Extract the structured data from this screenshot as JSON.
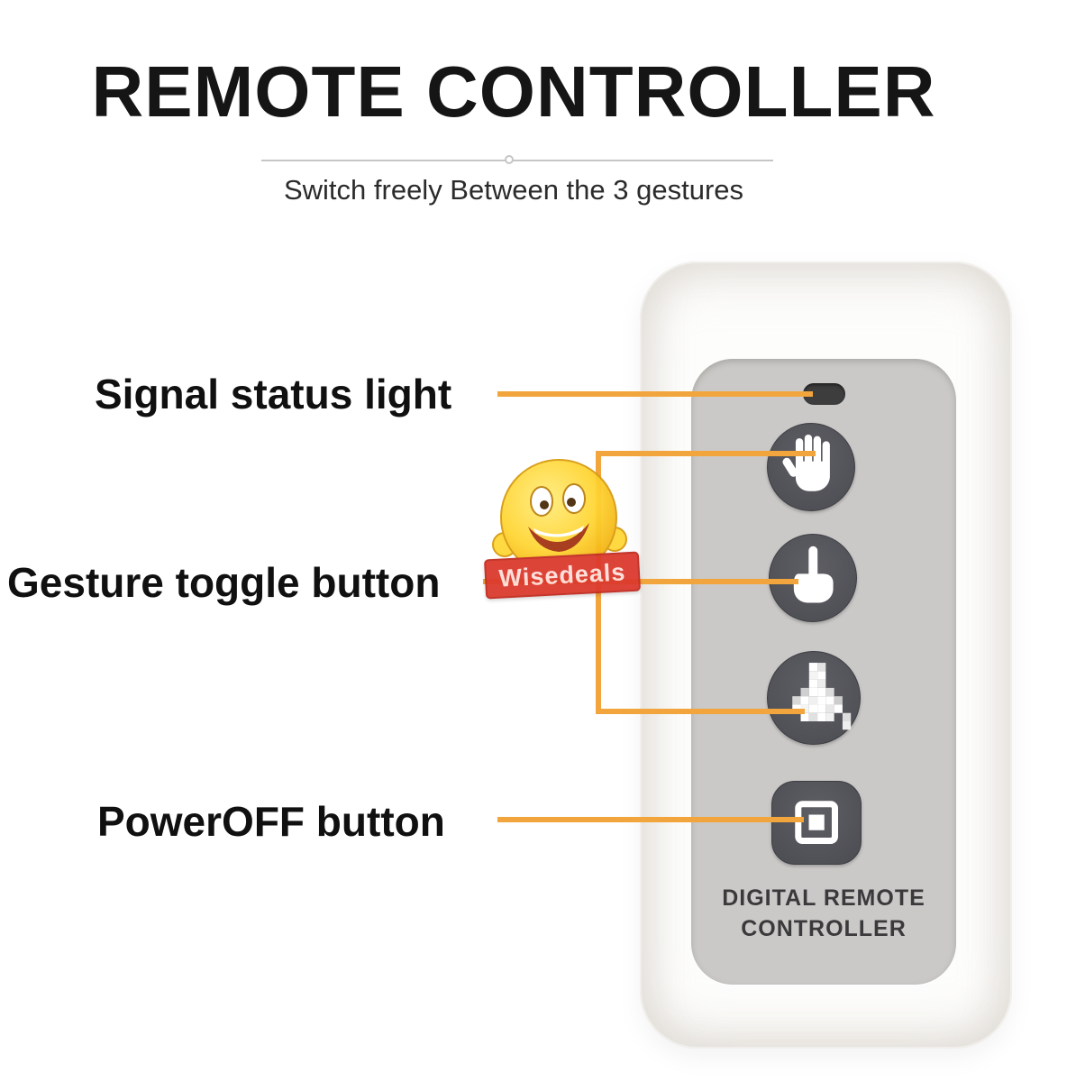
{
  "header": {
    "title": "REMOTE CONTROLLER",
    "subtitle": "Switch freely Between the 3 gestures"
  },
  "callouts": {
    "signal": "Signal status light",
    "gesture": "Gesture toggle button",
    "power": "PowerOFF button"
  },
  "remote": {
    "brand_line1": "DIGITAL REMOTE",
    "brand_line2": "CONTROLLER",
    "buttons": [
      {
        "id": "palm",
        "icon": "open-palm-icon"
      },
      {
        "id": "point",
        "icon": "pointing-finger-icon"
      },
      {
        "id": "middle",
        "icon": "pixelated-middle-finger-icon"
      },
      {
        "id": "power",
        "icon": "square-stop-icon"
      }
    ]
  },
  "watermark": {
    "text": "Wisedeals"
  },
  "colors": {
    "accent_line": "#F2A53C",
    "panel_gray": "#CBC9C7",
    "button_gray": "#53545A",
    "banner_red": "#DC3A2E",
    "title_black": "#151515"
  }
}
